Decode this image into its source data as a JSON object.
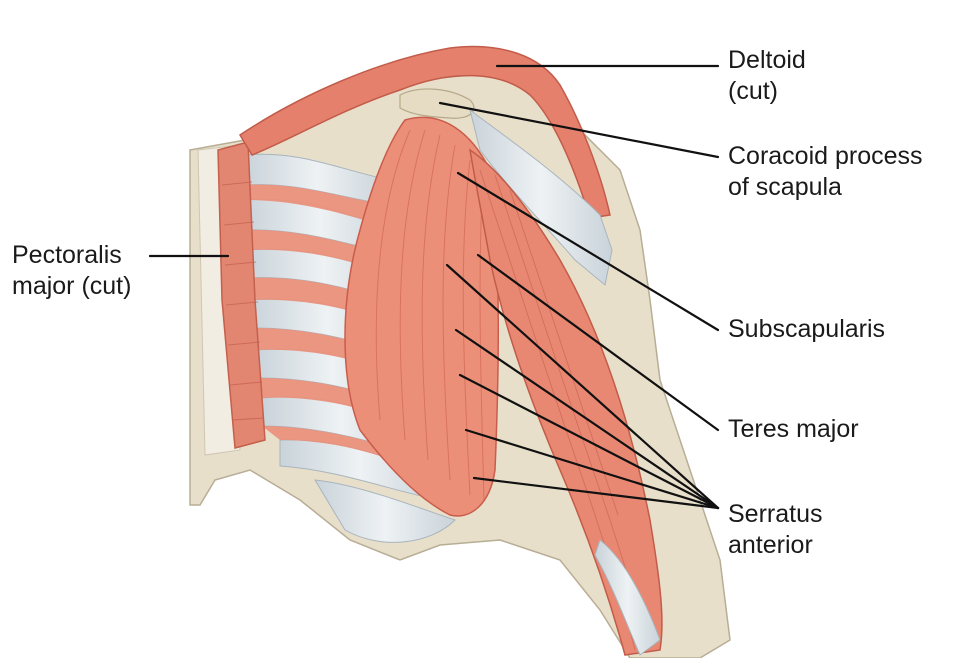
{
  "labels": {
    "deltoid": [
      "Deltoid",
      "(cut)"
    ],
    "coracoid": [
      "Coracoid process",
      "of scapula"
    ],
    "pectoralis": [
      "Pectoralis",
      "major (cut)"
    ],
    "subscapularis": [
      "Subscapularis"
    ],
    "teres_major": [
      "Teres major"
    ],
    "serratus": [
      "Serratus",
      "anterior"
    ]
  },
  "colors": {
    "muscle": "#ec8f79",
    "muscle_dark": "#d56b58",
    "muscle_line": "#c95c4b",
    "tendon": "#e6ebee",
    "bone": "#ddd3bd",
    "skin": "#e8dfcb",
    "leader": "#111111"
  }
}
